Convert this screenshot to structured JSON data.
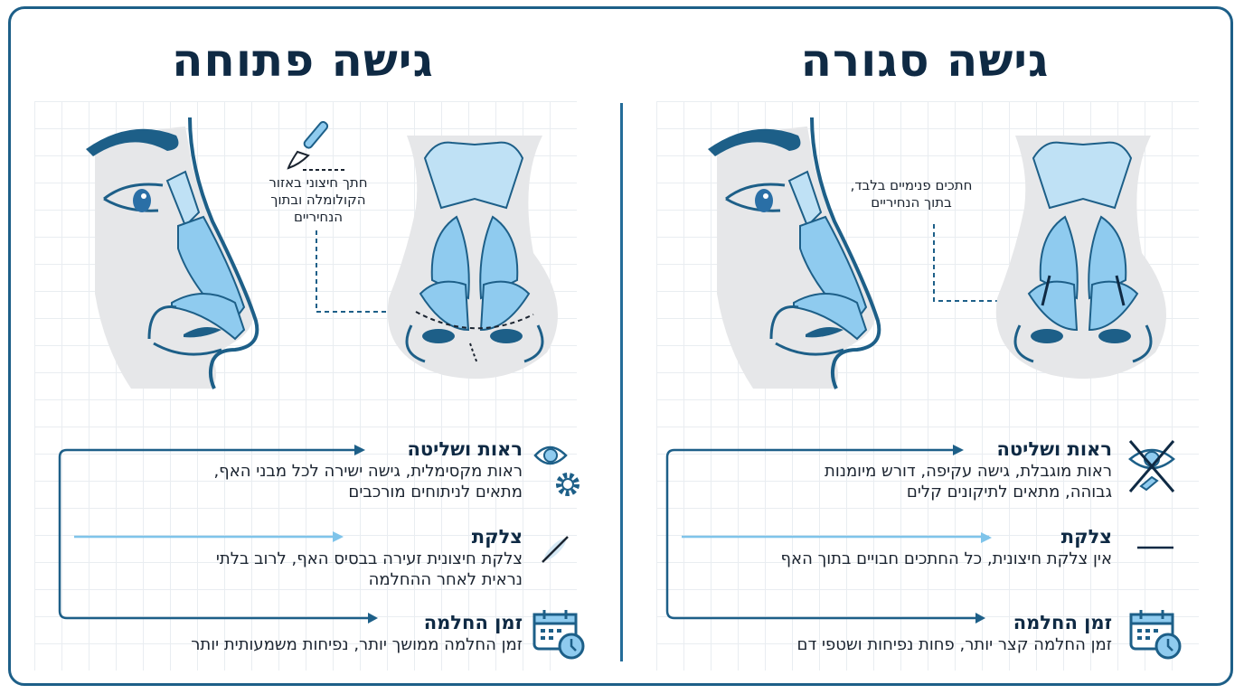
{
  "colors": {
    "frame": "#1d5f88",
    "title": "#0f2a44",
    "cartilage_fill": "#8fcbef",
    "outline": "#1d5f88",
    "skin": "#e6e7e9",
    "arrow_dark": "#1d5f88",
    "arrow_light": "#7fc4ea"
  },
  "open": {
    "title": "גישה פתוחה",
    "callout": [
      "חתך חיצוני באזור",
      "הקולומלה ובתוך",
      "הנחיריים"
    ],
    "scalpel_icon": "scalpel-icon",
    "features": [
      {
        "id": "visibility",
        "title": "ראות ושליטה",
        "desc": [
          "ראות מקסימלית, גישה ישירה לכל מבני האף,",
          "מתאים לניתוחים מורכבים"
        ],
        "icon": "eye-gear-icon"
      },
      {
        "id": "scar",
        "title": "צלקת",
        "desc": [
          "צלקת חיצונית זעירה בבסיס האף, לרוב בלתי",
          "נראית לאחר ההחלמה"
        ],
        "icon": "scar-line-icon"
      },
      {
        "id": "recovery",
        "title": "זמן החלמה",
        "desc": [
          "זמן החלמה ממושך יותר, נפיחות משמעותית יותר"
        ],
        "icon": "calendar-clock-icon"
      }
    ]
  },
  "closed": {
    "title": "גישה סגורה",
    "callout": [
      "חתכים פנימיים בלבד,",
      "בתוך הנחיריים"
    ],
    "features": [
      {
        "id": "visibility",
        "title": "ראות ושליטה",
        "desc": [
          "ראות מוגבלת, גישה עקיפה, דורש מיומנות",
          "גבוהה, מתאים לתיקונים קלים"
        ],
        "icon": "crossed-eye-icon"
      },
      {
        "id": "scar",
        "title": "צלקת",
        "desc": [
          "אין צלקת חיצונית, כל החתכים חבויים בתוך האף"
        ],
        "icon": "no-scar-dash-icon"
      },
      {
        "id": "recovery",
        "title": "זמן החלמה",
        "desc": [
          "זמן החלמה קצר יותר, פחות נפיחות ושטפי דם"
        ],
        "icon": "calendar-clock-icon"
      }
    ]
  }
}
